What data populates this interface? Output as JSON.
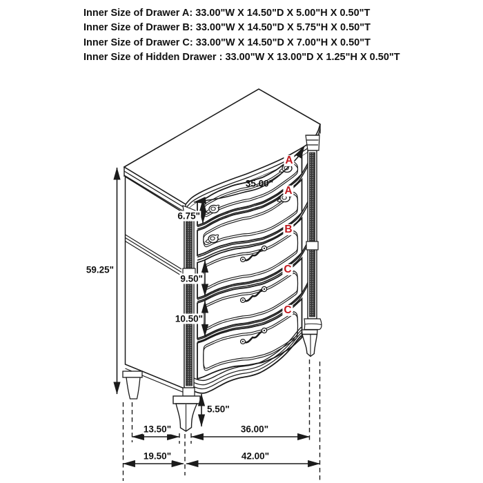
{
  "title_lines": [
    "Inner Size of Drawer A: 33.00\"W X 14.50\"D X 5.00\"H X 0.50\"T",
    "Inner Size of Drawer B: 33.00\"W X 14.50\"D X 5.75\"H X 0.50\"T",
    "Inner Size of Drawer C: 33.00\"W X 14.50\"D X 7.00\"H X 0.50\"T",
    "Inner Size of Hidden Drawer : 33.00\"W X 13.00\"D X 1.25\"H X 0.50\"T"
  ],
  "dimensions": {
    "overall_height": "59.25\"",
    "top_width": "35.00\"",
    "drawer_a_front_height": "6.75\"",
    "drawer_b_front_height": "9.50\"",
    "drawer_c_front_height": "10.50\"",
    "leg_height": "5.50\"",
    "leg_spacing_depth": "13.50\"",
    "front_leg_spacing": "36.00\"",
    "overall_depth": "19.50\"",
    "overall_width": "42.00\""
  },
  "drawer_labels": [
    "A",
    "A",
    "B",
    "C",
    "C"
  ],
  "colors": {
    "label_red": "#c0181e",
    "line_black": "#1b1b1b"
  }
}
